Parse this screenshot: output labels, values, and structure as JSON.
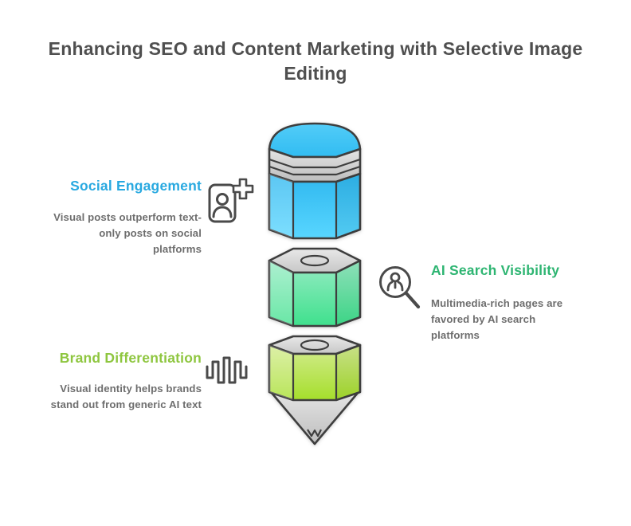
{
  "title": {
    "text": "Enhancing SEO and Content Marketing with Selective Image Editing",
    "lines": [
      "Enhancing SEO and Content Marketing with Selective Image",
      "Editing"
    ]
  },
  "colors": {
    "title-color": "#4f4f4f",
    "desc-color": "#6e6e6e",
    "icon-color": "#4a4a4a",
    "outline-color": "#3e3e3e",
    "accent-blue": "#29a9e0",
    "accent-green": "#2eb572",
    "accent-lime": "#8ec63f"
  },
  "sections": [
    {
      "heading": "Social Engagement",
      "heading_color": "#29a9e0",
      "icon": "add-contact-icon",
      "description": "Visual posts outperform text-only posts on social platforms",
      "desc_lines": [
        "Visual posts outperform text-",
        "only posts on social",
        "platforms"
      ]
    },
    {
      "heading": "AI Search Visibility",
      "heading_color": "#2eb572",
      "icon": "search-person-icon",
      "description": "Multimedia-rich pages are favored by AI search platforms",
      "desc_lines": [
        "Multimedia-rich pages are",
        "favored by AI search",
        "platforms"
      ]
    },
    {
      "heading": "Brand Differentiation",
      "heading_color": "#8ec63f",
      "icon": "waveform-icon",
      "description": "Visual identity helps brands stand out from generic AI text",
      "desc_lines": [
        "Visual identity helps brands",
        "stand out from generic AI text"
      ]
    }
  ],
  "pencil": {
    "segments": [
      {
        "name": "eraser-cap-segment",
        "color": "#3cc3f4"
      },
      {
        "name": "middle-barrel-segment",
        "color": "#4ee396"
      },
      {
        "name": "tip-barrel-segment",
        "color": "#a8df33"
      }
    ],
    "ferrule_color": "#d2d2d2",
    "wood_tip_color": "#d0d0d0"
  }
}
